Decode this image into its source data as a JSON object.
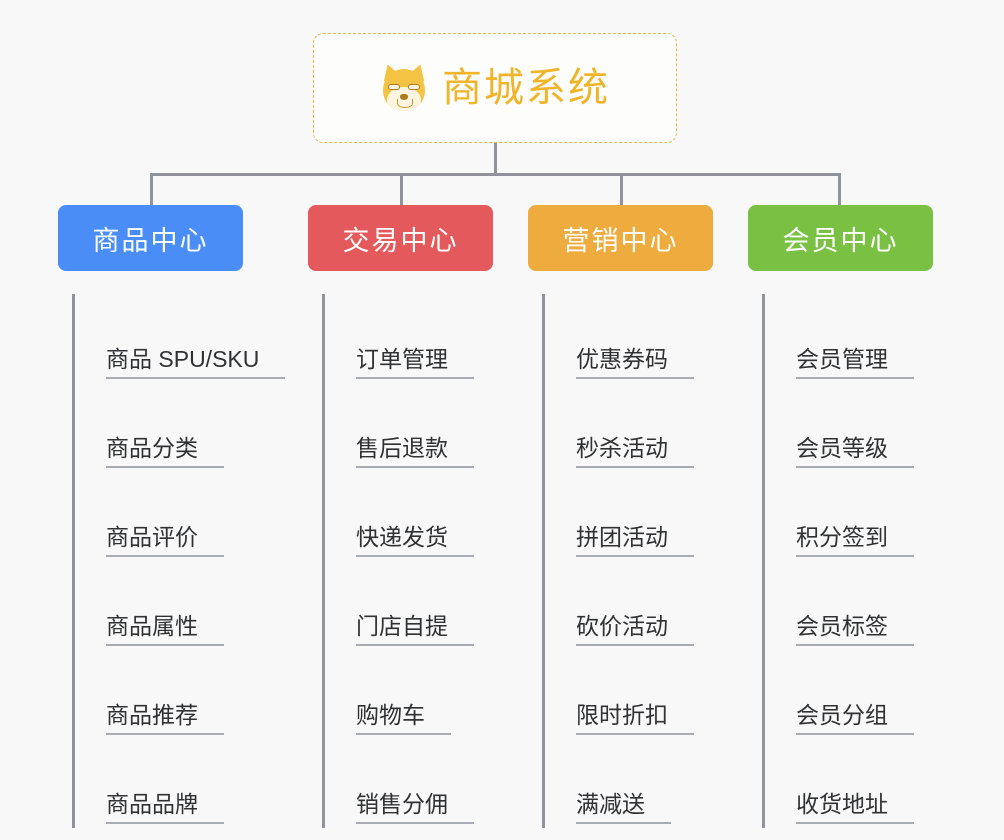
{
  "page": {
    "background_color": "#f8f8f8",
    "connector_color": "#909399"
  },
  "root": {
    "title": "商城系统",
    "icon": "shiba-dog-face-icon",
    "border_color": "#e6b84c",
    "text_color": "#f0b429"
  },
  "branches": [
    {
      "label": "商品中心",
      "color": "#4a8df6",
      "items": [
        "商品 SPU/SKU",
        "商品分类",
        "商品评价",
        "商品属性",
        "商品推荐",
        "商品品牌"
      ]
    },
    {
      "label": "交易中心",
      "color": "#e4595b",
      "items": [
        "订单管理",
        "售后退款",
        "快递发货",
        "门店自提",
        "购物车",
        "销售分佣"
      ]
    },
    {
      "label": "营销中心",
      "color": "#eeab3e",
      "items": [
        "优惠券码",
        "秒杀活动",
        "拼团活动",
        "砍价活动",
        "限时折扣",
        "满减送"
      ]
    },
    {
      "label": "会员中心",
      "color": "#7ac143",
      "items": [
        "会员管理",
        "会员等级",
        "积分签到",
        "会员标签",
        "会员分组",
        "收货地址"
      ]
    }
  ]
}
